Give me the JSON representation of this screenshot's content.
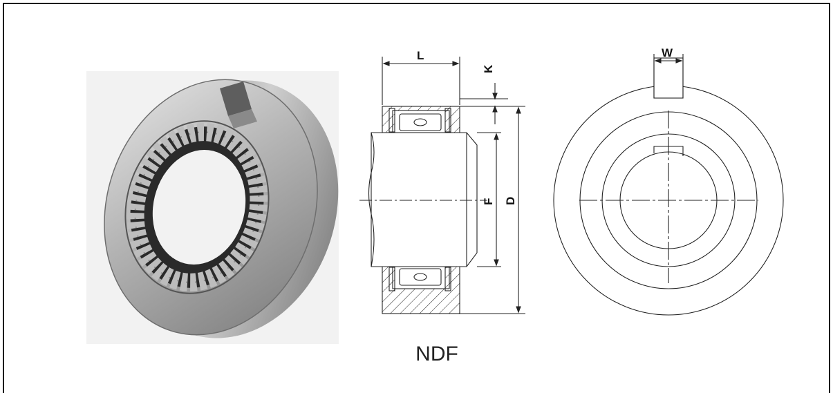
{
  "product": {
    "model": "NDF",
    "photo_name": "bearing-photo"
  },
  "dimensions": {
    "length": "L",
    "keyway_depth": "K",
    "outer_diameter": "D",
    "inner_diameter": "F",
    "keyway_width": "W"
  },
  "colors": {
    "line": "#222222",
    "border": "#1a1a1a",
    "metal_light": "#d4d4d4",
    "metal_mid": "#a8a8a8",
    "metal_dark": "#6f6f6f",
    "rollers": "#b9b9b9"
  }
}
